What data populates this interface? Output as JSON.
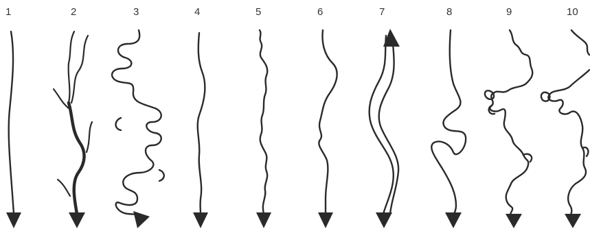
{
  "panels": [
    {
      "number": "1"
    },
    {
      "number": "2"
    },
    {
      "number": "3"
    },
    {
      "number": "4"
    },
    {
      "number": "5"
    },
    {
      "number": "6"
    },
    {
      "number": "7"
    },
    {
      "number": "8"
    },
    {
      "number": "9"
    },
    {
      "number": "10"
    }
  ],
  "colors": {
    "stroke": "#2a2a2a",
    "background": "#ffffff",
    "label": "#333333"
  }
}
